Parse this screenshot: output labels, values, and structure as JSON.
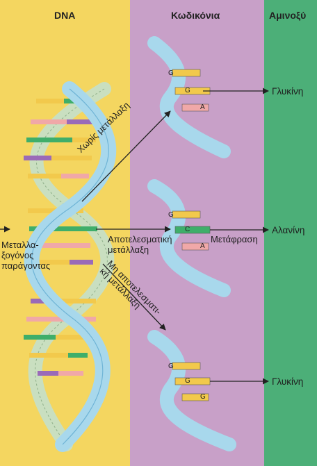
{
  "columns": {
    "dna": "DNA",
    "codons": "Κωδικόνια",
    "amino": "Αμινοξύ"
  },
  "mutagen": {
    "line1": "Μεταλλα-",
    "line2": "ξογόνος",
    "line3": "παράγοντας"
  },
  "paths": {
    "no_mutation": "Χωρίς μετάλλαξη",
    "effective_line1": "Αποτελεσματική",
    "effective_line2": "μετάλλαξη",
    "noneffective_line1": "Μη αποτελεσματι-",
    "noneffective_line2": "κή μετάλλαξη",
    "translation": "Μετάφραση"
  },
  "amino_acids": [
    "Γλυκίνη",
    "Αλανίνη",
    "Γλυκίνη"
  ],
  "codon_letters": {
    "top": [
      "G",
      "G",
      "A"
    ],
    "middle": [
      "G",
      "C",
      "A"
    ],
    "bottom": [
      "G",
      "G",
      "G"
    ]
  },
  "colors": {
    "dna_panel": "#f4d660",
    "codon_panel": "#c8a0c8",
    "amino_panel": "#4caf78",
    "backbone": "#a8d8ec",
    "backbone_dark": "#6fb4d6",
    "base_yellow": "#f2c94c",
    "base_green": "#3fae6a",
    "base_pink": "#f0a8a8",
    "base_purple": "#9a6ab8"
  }
}
